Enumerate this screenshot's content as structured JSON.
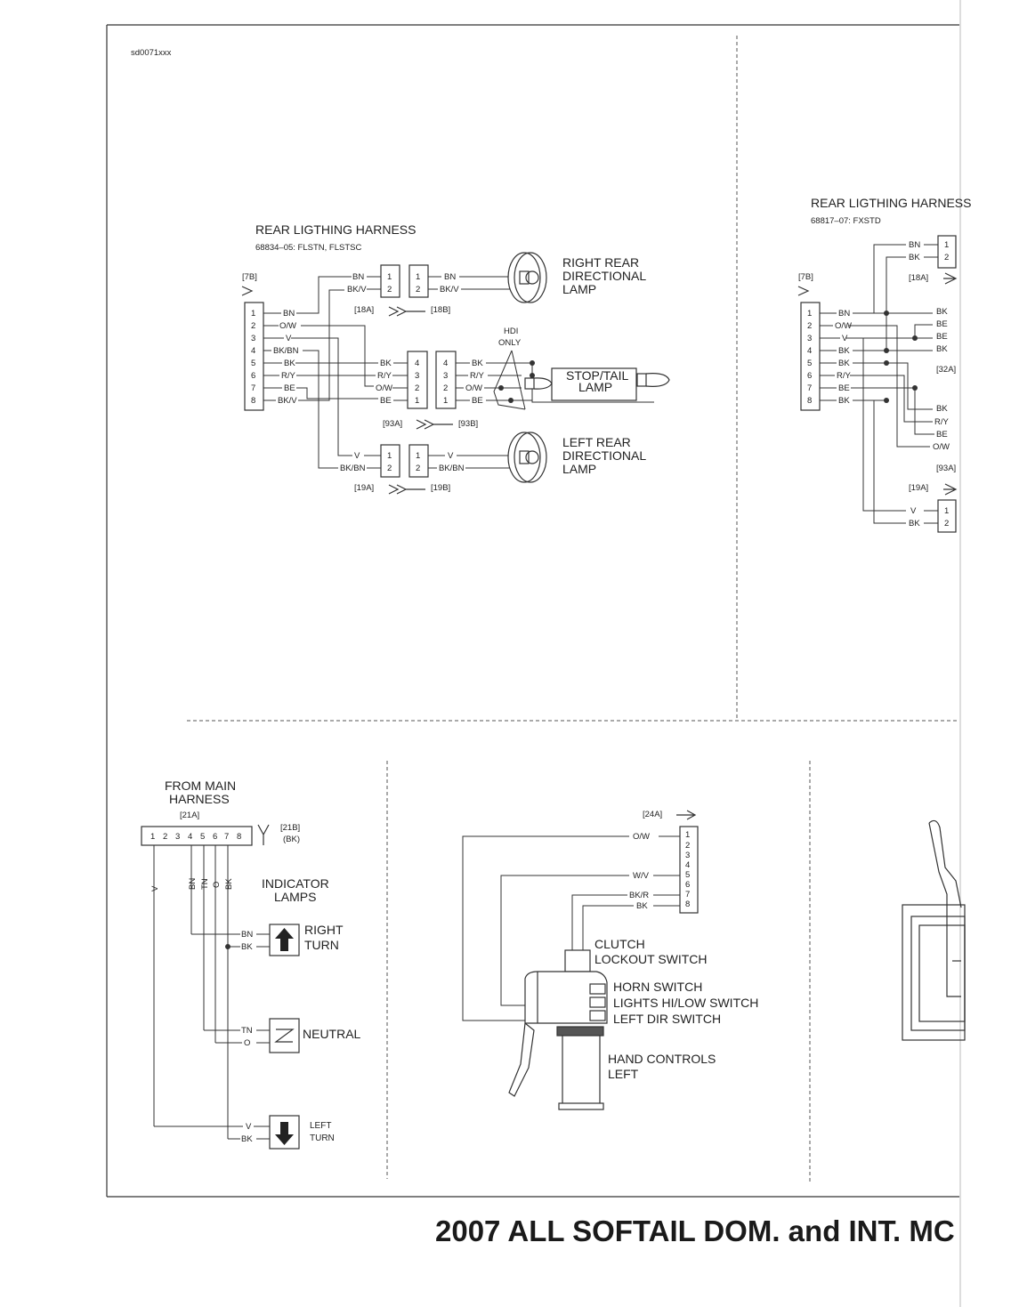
{
  "doc_id": "sd0071xxx",
  "footer_title": "2007 ALL SOFTAIL DOM. and INT. MC",
  "common": {
    "c7b": "[7B]",
    "c18a": "[18A]",
    "c18b": "[18B]",
    "c19a": "[19A]",
    "c19b": "[19B]",
    "c93a": "[93A]",
    "c93b": "[93B]",
    "c32a": "[32A]",
    "c21a": "[21A]",
    "c21b": "[21B]",
    "bk_paren": "(BK)",
    "c24a": "[24A]",
    "hdi": "HDI",
    "only": "ONLY"
  },
  "wire": {
    "bn": "BN",
    "ow": "O/W",
    "v": "V",
    "bkbn": "BK/BN",
    "bk": "BK",
    "ry": "R/Y",
    "be": "BE",
    "bkv": "BK/V",
    "tn": "TN",
    "o": "O",
    "wv": "W/V",
    "bkr": "BK/R"
  },
  "pin": {
    "p1": "1",
    "p2": "2",
    "p3": "3",
    "p4": "4",
    "p5": "5",
    "p6": "6",
    "p7": "7",
    "p8": "8"
  },
  "rear_harness_flstn": {
    "title": "REAR LIGTHING HARNESS",
    "part": "68834–05: FLSTN, FLSTSC"
  },
  "rear_harness_fxstd": {
    "title": "REAR LIGTHING HARNESS",
    "part": "68817–07: FXSTD"
  },
  "lamps": {
    "right_rear": [
      "RIGHT REAR",
      "DIRECTIONAL",
      "LAMP"
    ],
    "left_rear": [
      "LEFT REAR",
      "DIRECTIONAL",
      "LAMP"
    ],
    "stop_tail": [
      "STOP/TAIL",
      "LAMP"
    ]
  },
  "indicator": {
    "from_main": [
      "FROM MAIN",
      "HARNESS"
    ],
    "lamps_label": [
      "INDICATOR",
      "LAMPS"
    ],
    "right_turn": [
      "RIGHT",
      "TURN"
    ],
    "neutral": "NEUTRAL",
    "left_turn": [
      "LEFT",
      "TURN"
    ]
  },
  "hand_controls": {
    "clutch": [
      "CLUTCH",
      "LOCKOUT SWITCH"
    ],
    "horn": "HORN SWITCH",
    "lights": "LIGHTS HI/LOW SWITCH",
    "left_dir": "LEFT DIR SWITCH",
    "hand": [
      "HAND CONTROLS",
      "LEFT"
    ]
  }
}
